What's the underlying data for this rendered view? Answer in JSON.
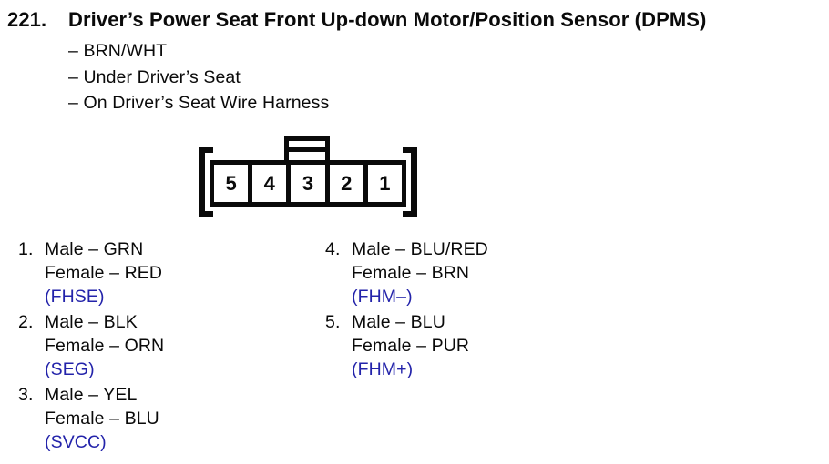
{
  "page": {
    "number": "221.",
    "title": "Driver’s Power Seat Front Up-down Motor/Position Sensor (DPMS)",
    "bullets": [
      "– BRN/WHT",
      "– Under Driver’s Seat",
      "– On Driver’s Seat Wire Harness"
    ]
  },
  "connector": {
    "pins": [
      "5",
      "4",
      "3",
      "2",
      "1"
    ]
  },
  "pin_list": {
    "columns": [
      {
        "items": [
          {
            "num": "1.",
            "male": "Male – GRN",
            "female": "Female – RED",
            "signal": "(FHSE)"
          },
          {
            "num": "2.",
            "male": "Male – BLK",
            "female": "Female – ORN",
            "signal": "(SEG)"
          },
          {
            "num": "3.",
            "male": "Male – YEL",
            "female": "Female – BLU",
            "signal": "(SVCC)"
          }
        ]
      },
      {
        "items": [
          {
            "num": "4.",
            "male": "Male – BLU/RED",
            "female": "Female – BRN",
            "signal": "(FHM–)"
          },
          {
            "num": "5.",
            "male": "Male – BLU",
            "female": "Female – PUR",
            "signal": "(FHM+)"
          }
        ]
      }
    ]
  },
  "colors": {
    "ink": "#0a0a0a",
    "accent": "#2323aa",
    "paper": "#ffffff"
  }
}
